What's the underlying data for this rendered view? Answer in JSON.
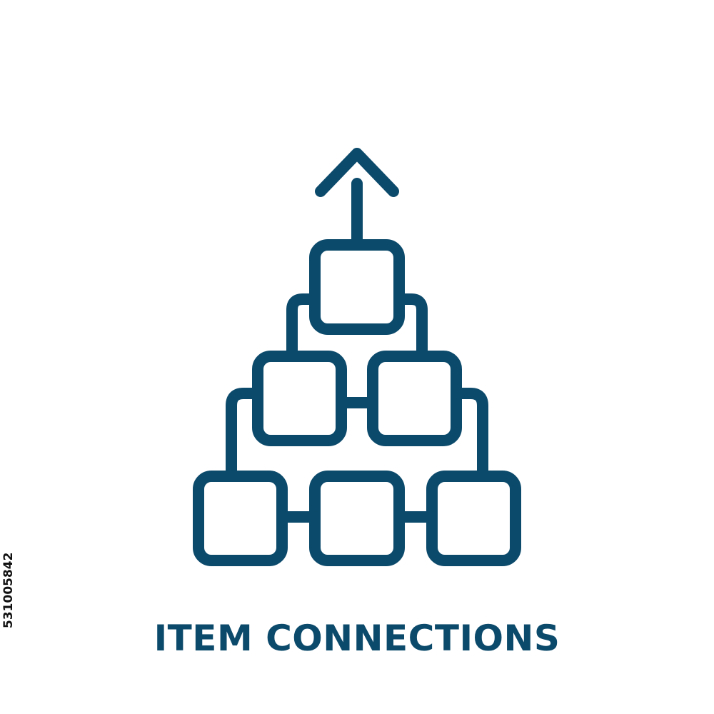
{
  "caption": "ITEM CONNECTIONS",
  "stock_id": "531005842",
  "icon": {
    "name": "item-connections-icon",
    "description_shape": "pyramid of six rounded squares linked by lines with an upward arrow",
    "stroke_color": "#0c4a6b"
  },
  "colors": {
    "brand": "#0c4a6b",
    "background": "#ffffff"
  }
}
